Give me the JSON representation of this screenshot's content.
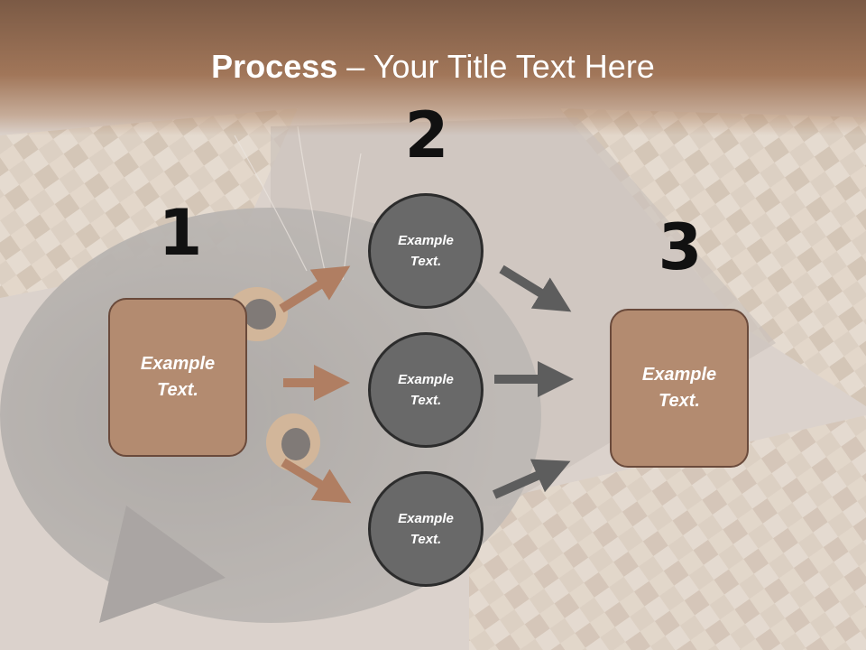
{
  "title": {
    "bold": "Process",
    "rest": " – Your Title Text Here"
  },
  "steps": {
    "n1": "1",
    "n2": "2",
    "n3": "3"
  },
  "box_left": {
    "label": "Example Text."
  },
  "box_right": {
    "label": "Example Text."
  },
  "circles": [
    {
      "label": "Example Text."
    },
    {
      "label": "Example Text."
    },
    {
      "label": "Example Text."
    }
  ],
  "colors": {
    "accent_brown": "#b38b70",
    "arrow_brown": "#b07e62",
    "arrow_gray": "#5d5d5d",
    "circle_fill": "#696969",
    "header": "#a17659"
  }
}
